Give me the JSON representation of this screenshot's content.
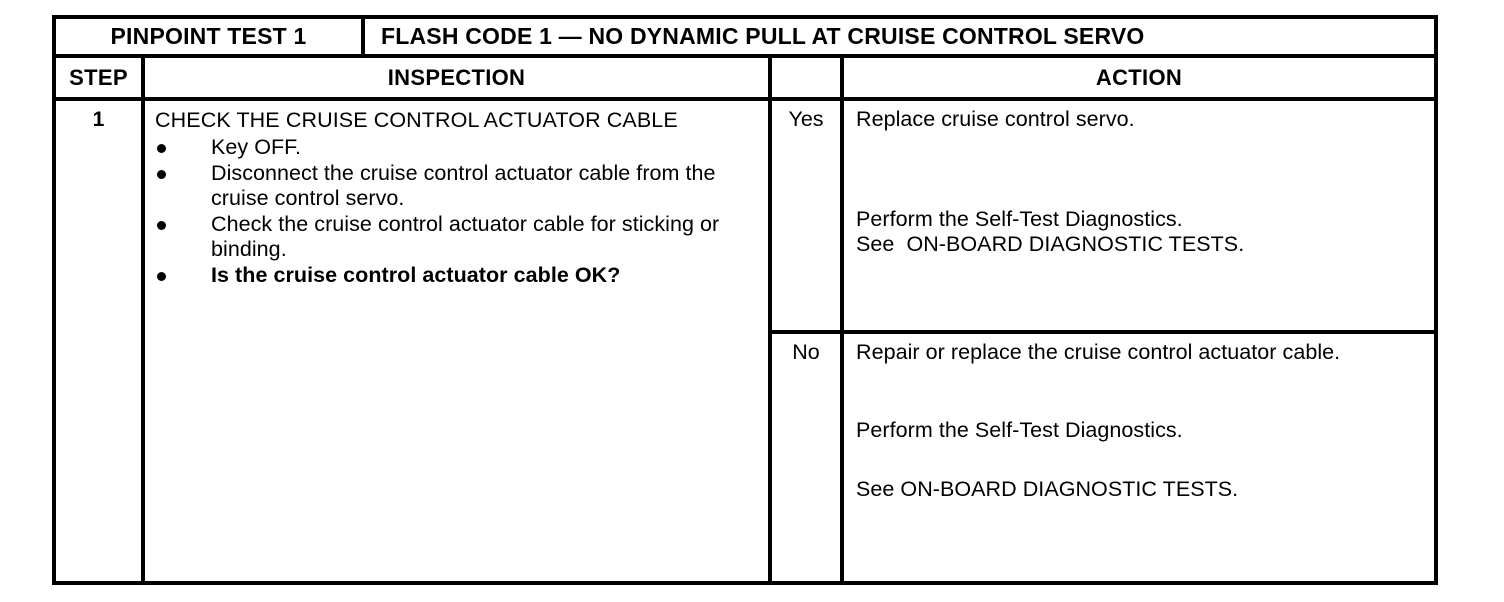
{
  "document": {
    "title_bar": {
      "test_label": "PINPOINT TEST 1",
      "code_label": "FLASH CODE 1 — NO DYNAMIC PULL AT CRUISE CONTROL SERVO"
    },
    "columns": {
      "step": "STEP",
      "inspection": "INSPECTION",
      "action": "ACTION"
    },
    "rows": [
      {
        "step": "1",
        "inspection": {
          "heading": "CHECK THE CRUISE CONTROL ACTUATOR CABLE",
          "bullets": [
            {
              "text": "Key OFF.",
              "bold": false
            },
            {
              "text": "Disconnect the cruise control actuator cable from the cruise control servo.",
              "bold": false
            },
            {
              "text": "Check the cruise control actuator cable for sticking or binding.",
              "bold": false
            },
            {
              "text": "Is the cruise control actuator cable OK?",
              "bold": true
            }
          ]
        },
        "answers": [
          {
            "label": "Yes",
            "lines": [
              "Replace cruise control servo.",
              "Perform the Self-Test Diagnostics.",
              "See  ON-BOARD DIAGNOSTIC TESTS."
            ]
          },
          {
            "label": "No",
            "lines": [
              "Repair or replace the cruise control actuator cable.",
              "Perform the Self-Test Diagnostics.",
              "See ON-BOARD DIAGNOSTIC TESTS."
            ]
          }
        ]
      }
    ],
    "colors": {
      "ink": "#000000",
      "paper": "#ffffff"
    }
  }
}
